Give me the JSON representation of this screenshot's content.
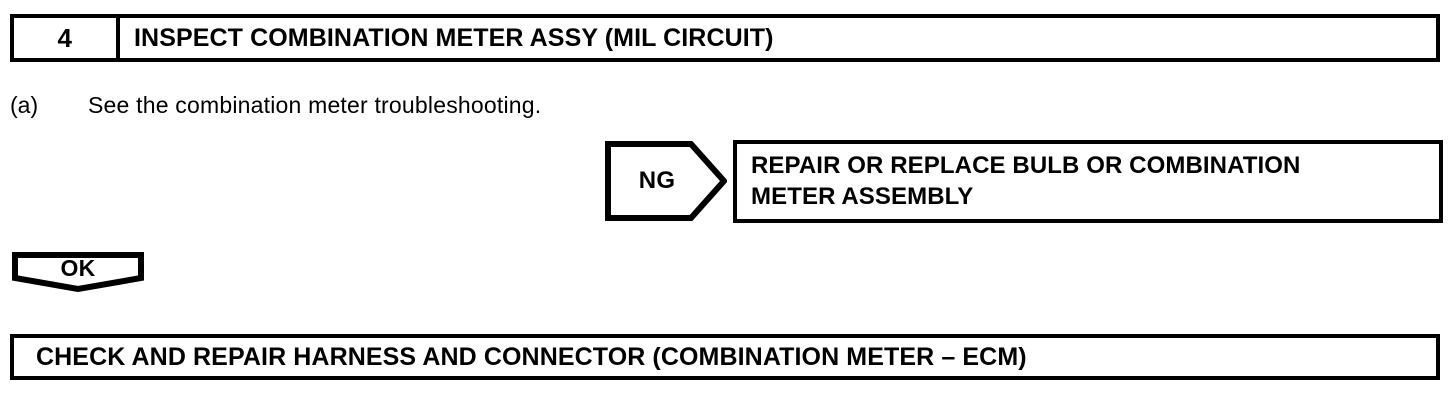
{
  "step": {
    "number": "4",
    "title": "INSPECT COMBINATION METER ASSY (MIL CIRCUIT)"
  },
  "instructions": [
    {
      "marker": "(a)",
      "text": "See the combination meter troubleshooting."
    }
  ],
  "branches": {
    "ng": {
      "label": "NG",
      "result_lines": [
        "REPAIR OR REPLACE BULB OR COMBINATION",
        "METER ASSEMBLY"
      ]
    },
    "ok": {
      "label": "OK"
    }
  },
  "next_action": {
    "text": "CHECK AND REPAIR HARNESS AND CONNECTOR (COMBINATION METER – ECM)"
  },
  "colors": {
    "ink": "#000000",
    "paper": "#ffffff"
  }
}
